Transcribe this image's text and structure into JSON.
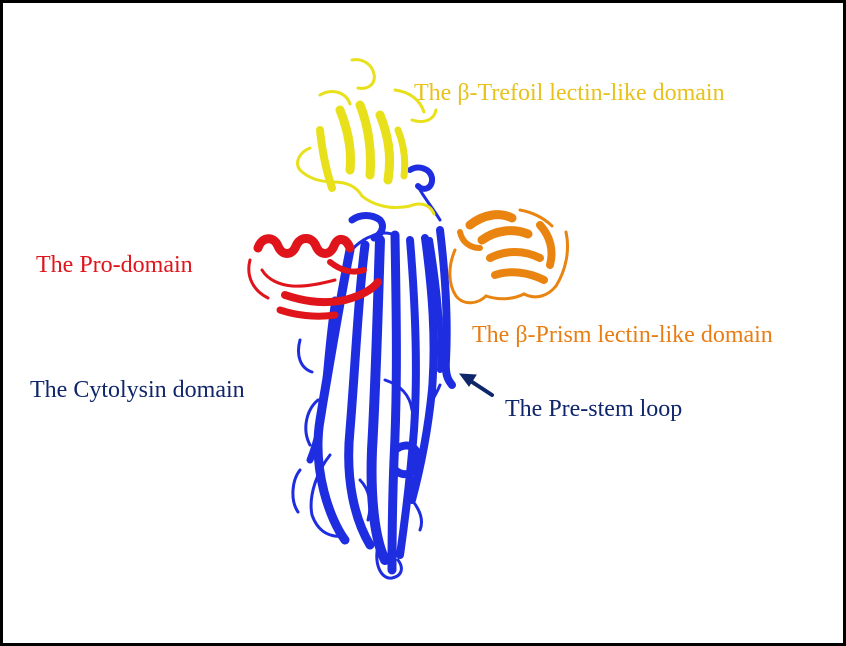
{
  "labels": {
    "trefoil": "The β-Trefoil lectin-like domain",
    "pro": "The Pro-domain",
    "prism": "The β-Prism lectin-like domain",
    "cytolysin": "The Cytolysin domain",
    "prestem": "The Pre-stem loop"
  },
  "colors": {
    "trefoil": "#e8e01a",
    "pro": "#e0141b",
    "prism": "#e8840f",
    "cytolysin": "#1f2de0",
    "label_navy": "#10266b"
  },
  "icons": {
    "arrow": "arrow-up-left-icon"
  }
}
